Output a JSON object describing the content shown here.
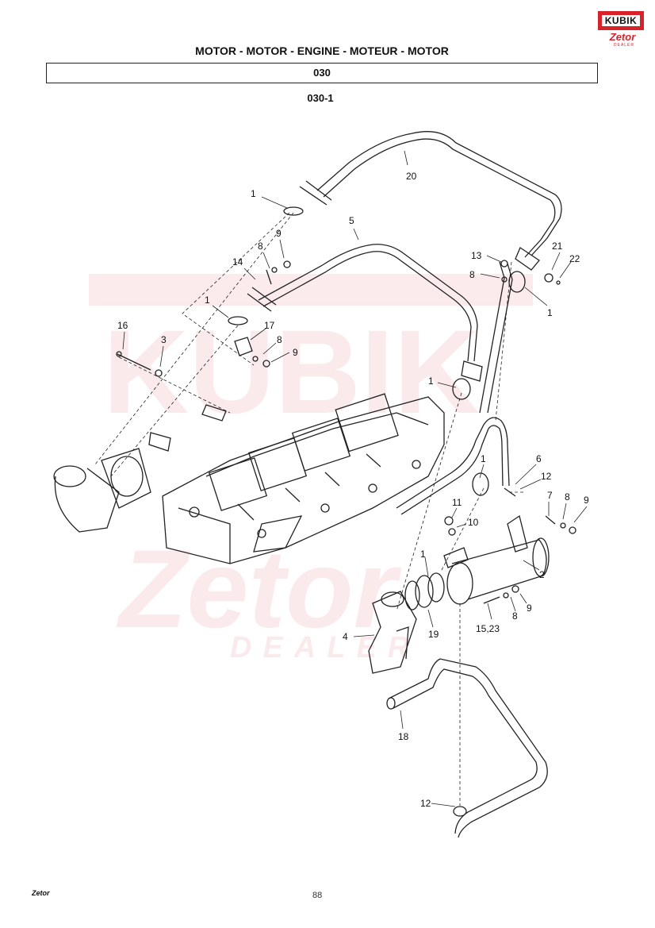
{
  "logo": {
    "brand": "KUBIK",
    "sub": "Zetor",
    "tag": "DEALER"
  },
  "header": {
    "title": "MOTOR - MOTOR - ENGINE - MOTEUR - MOTOR",
    "code": "030",
    "subcode": "030-1"
  },
  "watermark": {
    "brand": "KUBIK",
    "sub": "Zetor",
    "tag": "DEALER"
  },
  "callouts": [
    "20",
    "1",
    "5",
    "9",
    "8",
    "14",
    "13",
    "8",
    "21",
    "22",
    "1",
    "1",
    "16",
    "3",
    "17",
    "8",
    "9",
    "1",
    "1",
    "6",
    "12",
    "7",
    "8",
    "9",
    "11",
    "10",
    "1",
    "2",
    "19",
    "15,23",
    "8",
    "9",
    "4",
    "18",
    "12"
  ],
  "footer": {
    "logo": "Zetor",
    "page": "88"
  }
}
